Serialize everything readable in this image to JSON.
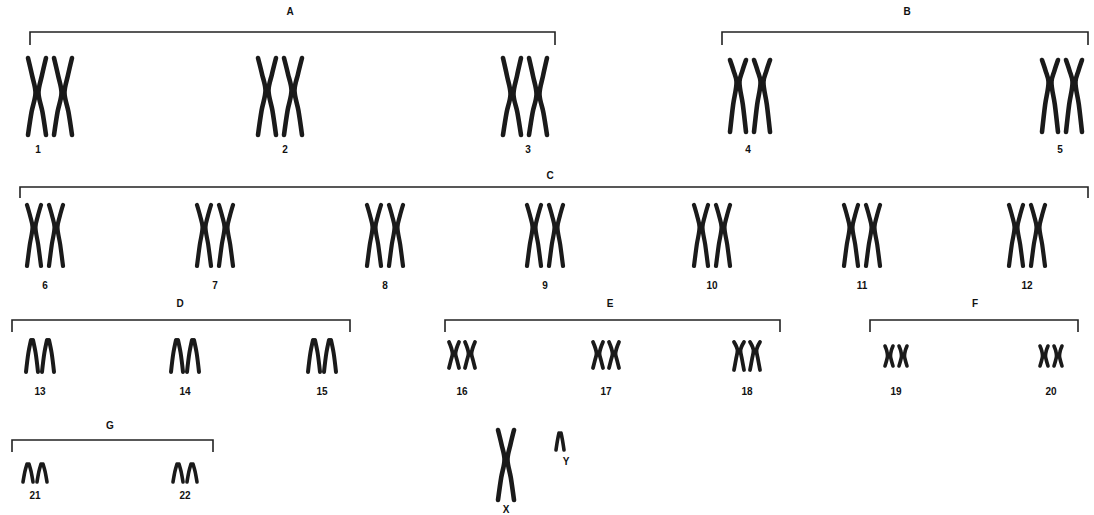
{
  "diagram": {
    "labels": [
      "A",
      "B",
      "1",
      "2",
      "3",
      "4",
      "5",
      "C",
      "6",
      "7",
      "8",
      "9",
      "10",
      "11",
      "12",
      "D",
      "E",
      "F",
      "13",
      "14",
      "15",
      "16",
      "17",
      "18",
      "19",
      "20",
      "G",
      "21",
      "22",
      "Y",
      "X"
    ]
  }
}
